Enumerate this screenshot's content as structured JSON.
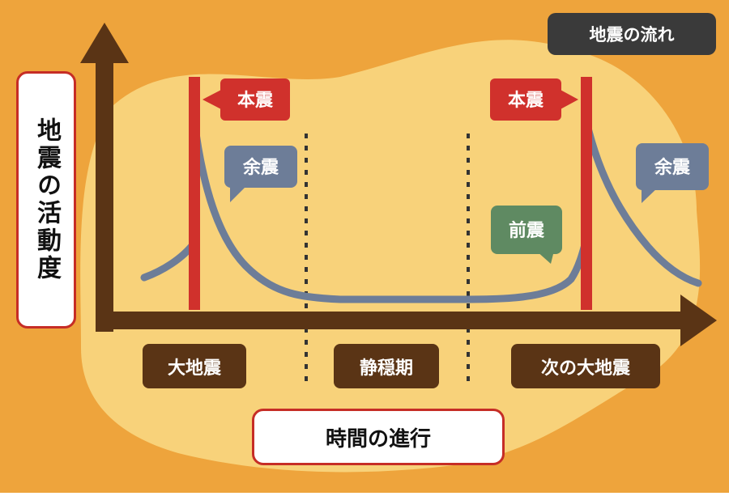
{
  "title": "地震の流れ",
  "axes": {
    "y_label": "地震の活動度",
    "x_label": "時間の進行"
  },
  "callouts": {
    "mainshock_1": "本震",
    "aftershock_1": "余震",
    "mainshock_2": "本震",
    "foreshock": "前震",
    "aftershock_2": "余震"
  },
  "phases": [
    "大地震",
    "静穏期",
    "次の大地震"
  ],
  "colors": {
    "background": "#eea43c",
    "blob": "#f8d27a",
    "axis": "#5a3415",
    "mainshock_line": "#d0312c",
    "activity_curve": "#6d7d98",
    "callout_red": "#d0312c",
    "callout_blue": "#6d7d98",
    "callout_green": "#5f8a62",
    "phase_box": "#5a3415",
    "title_badge": "#3a3a3a"
  }
}
